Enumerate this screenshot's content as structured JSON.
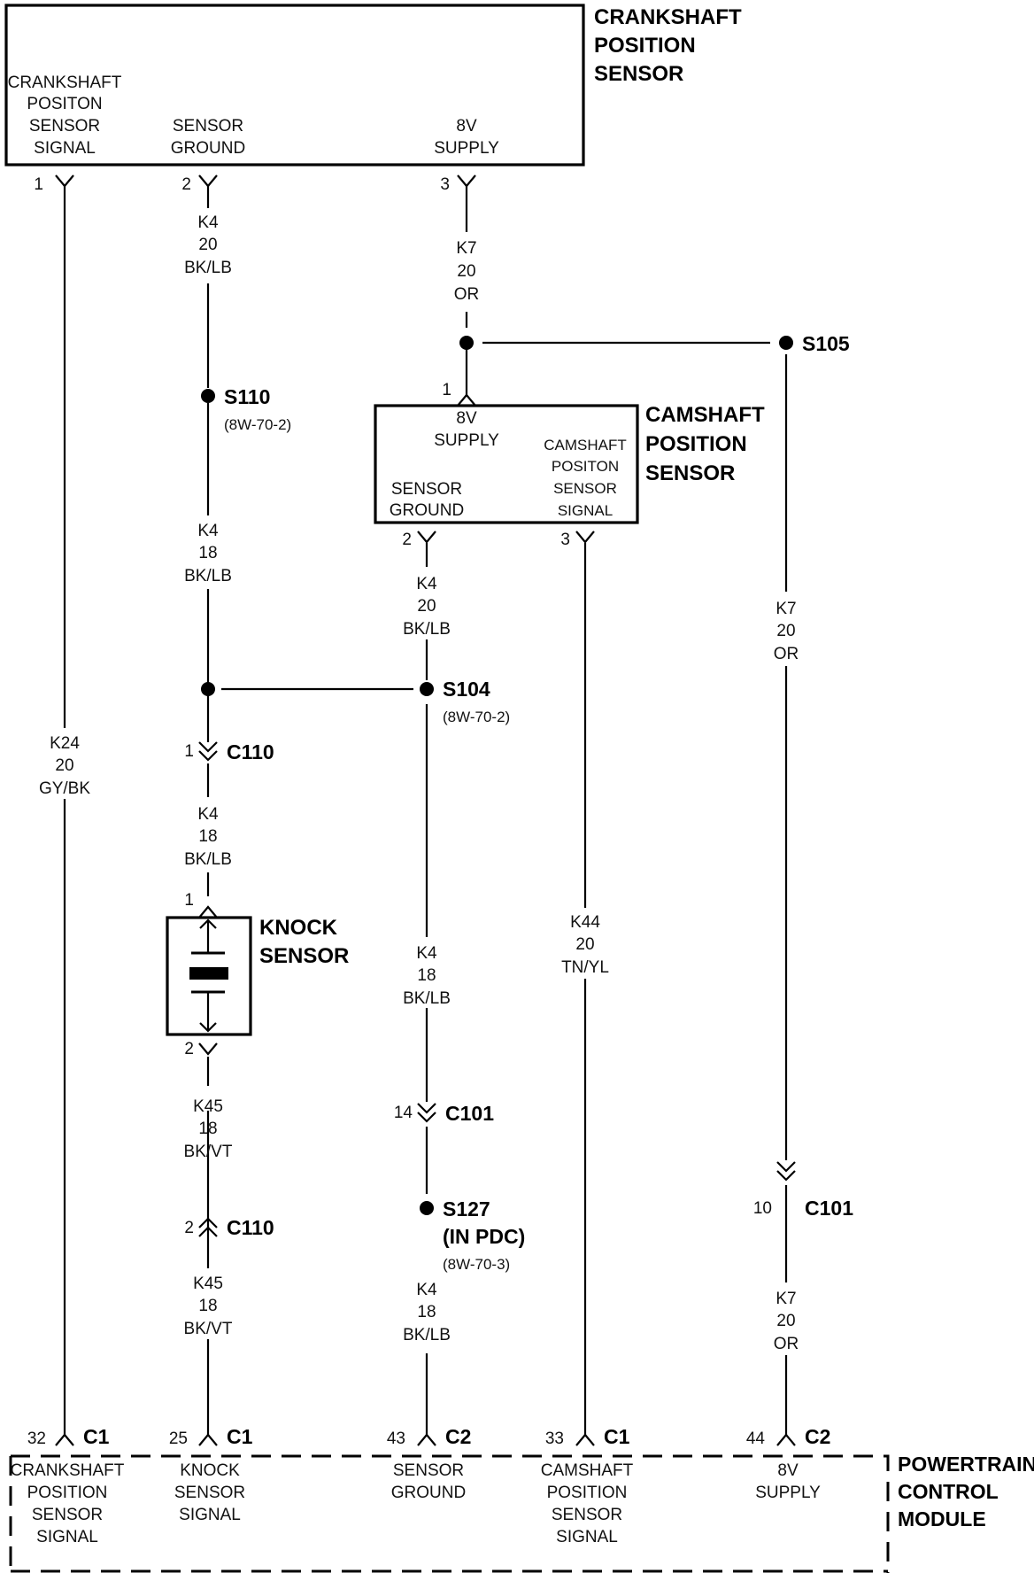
{
  "components": {
    "ckp": {
      "title": [
        "CRANKSHAFT",
        "POSITION",
        "SENSOR"
      ],
      "pins": [
        {
          "num": "1",
          "label": [
            "CRANKSHAFT",
            "POSITON",
            "SENSOR",
            "SIGNAL"
          ]
        },
        {
          "num": "2",
          "label": [
            "SENSOR",
            "GROUND"
          ]
        },
        {
          "num": "3",
          "label": [
            "8V",
            "SUPPLY"
          ]
        }
      ]
    },
    "cmp": {
      "title": [
        "CAMSHAFT",
        "POSITION",
        "SENSOR"
      ],
      "pins": [
        {
          "num": "1",
          "label": [
            "8V",
            "SUPPLY"
          ]
        },
        {
          "num": "2",
          "label": [
            "SENSOR",
            "GROUND"
          ]
        },
        {
          "num": "3",
          "label": [
            "CAMSHAFT",
            "POSITON",
            "SENSOR",
            "SIGNAL"
          ]
        }
      ]
    },
    "knock": {
      "title": [
        "KNOCK",
        "SENSOR"
      ],
      "pin_top": "1",
      "pin_bottom": "2"
    },
    "pcm": {
      "title": [
        "POWERTRAIN",
        "CONTROL",
        "MODULE"
      ],
      "pins": [
        {
          "num": "32",
          "conn": "C1",
          "label": [
            "CRANKSHAFT",
            "POSITION",
            "SENSOR",
            "SIGNAL"
          ]
        },
        {
          "num": "25",
          "conn": "C1",
          "label": [
            "KNOCK",
            "SENSOR",
            "SIGNAL"
          ]
        },
        {
          "num": "43",
          "conn": "C2",
          "label": [
            "SENSOR",
            "GROUND"
          ]
        },
        {
          "num": "33",
          "conn": "C1",
          "label": [
            "CAMSHAFT",
            "POSITION",
            "SENSOR",
            "SIGNAL"
          ]
        },
        {
          "num": "44",
          "conn": "C2",
          "label": [
            "8V",
            "SUPPLY"
          ]
        }
      ]
    }
  },
  "wires": {
    "k4_top": [
      "K4",
      "20",
      "BK/LB"
    ],
    "k7_top": [
      "K7",
      "20",
      "OR"
    ],
    "k4_mid": [
      "K4",
      "18",
      "BK/LB"
    ],
    "k4_cam": [
      "K4",
      "20",
      "BK/LB"
    ],
    "k7_right": [
      "K7",
      "20",
      "OR"
    ],
    "k24": [
      "K24",
      "20",
      "GY/BK"
    ],
    "k4_c110": [
      "K4",
      "18",
      "BK/LB"
    ],
    "k44": [
      "K44",
      "20",
      "TN/YL"
    ],
    "k4_s104": [
      "K4",
      "18",
      "BK/LB"
    ],
    "k45_a": [
      "K45",
      "18",
      "BK/VT"
    ],
    "k45_b": [
      "K45",
      "18",
      "BK/VT"
    ],
    "k4_s127": [
      "K4",
      "18",
      "BK/LB"
    ],
    "k7_bottom": [
      "K7",
      "20",
      "OR"
    ]
  },
  "splices": {
    "s105": {
      "name": "S105"
    },
    "s110": {
      "name": "S110",
      "ref": "(8W-70-2)"
    },
    "s104": {
      "name": "S104",
      "ref": "(8W-70-2)"
    },
    "s127": {
      "name": "S127",
      "sub": "(IN PDC)",
      "ref": "(8W-70-3)"
    }
  },
  "connectors": {
    "c110_top": {
      "pin": "1",
      "name": "C110"
    },
    "c110_bottom": {
      "pin": "2",
      "name": "C110"
    },
    "c101_left": {
      "pin": "14",
      "name": "C101"
    },
    "c101_right": {
      "pin": "10",
      "name": "C101"
    }
  }
}
